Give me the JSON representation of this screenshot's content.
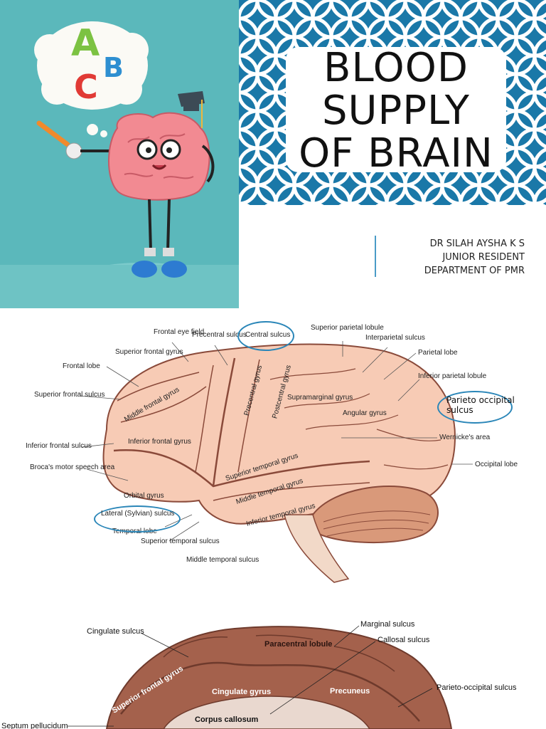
{
  "slide": {
    "title_lines": [
      "BLOOD",
      "SUPPLY",
      "OF BRAIN"
    ],
    "author_lines": [
      "DR SILAH AYSHA K S",
      "JUNIOR RESIDENT",
      "DEPARTMENT OF PMR"
    ],
    "bubble_letters": [
      "A",
      "B",
      "C"
    ],
    "colors": {
      "teal": "#5bb8bb",
      "pattern_blue": "#1a78a8",
      "accent_line": "#4a9bc7"
    }
  },
  "lateral": {
    "labels": [
      "Frontal eye field",
      "Precentral sulcus",
      "Superior parietal lobule",
      "Interparietal sulcus",
      "Superior frontal gyrus",
      "Frontal lobe",
      "Parietal lobe",
      "Inferior parietal lobule",
      "Superior frontal sulcus",
      "Wernicke's area",
      "Inferior frontal sulcus",
      "Occipital lobe",
      "Broca's motor speech area",
      "Orbital gyrus",
      "Temporal lobe",
      "Superior temporal sulcus",
      "Middle temporal sulcus"
    ],
    "gyri": [
      "Middle frontal gyrus",
      "Inferior frontal gyrus",
      "Precentral gyrus",
      "Postcentral gyrus",
      "Supramarginal gyrus",
      "Angular gyrus",
      "Superior temporal gyrus",
      "Middle temporal gyrus",
      "Inferior temporal gyrus"
    ],
    "circled": {
      "central": "Central sulcus",
      "parieto": "Parieto occipital sulcus",
      "lateral": "Lateral (Sylvian) sulcus"
    }
  },
  "medial": {
    "labels": [
      "Cingulate sulcus",
      "Marginal sulcus",
      "Callosal sulcus",
      "Paracentral lobule",
      "Superior frontal gyrus",
      "Cingulate gyrus",
      "Precuneus",
      "Parieto-occipital sulcus",
      "Corpus callosum",
      "Septum pellucidum"
    ]
  }
}
